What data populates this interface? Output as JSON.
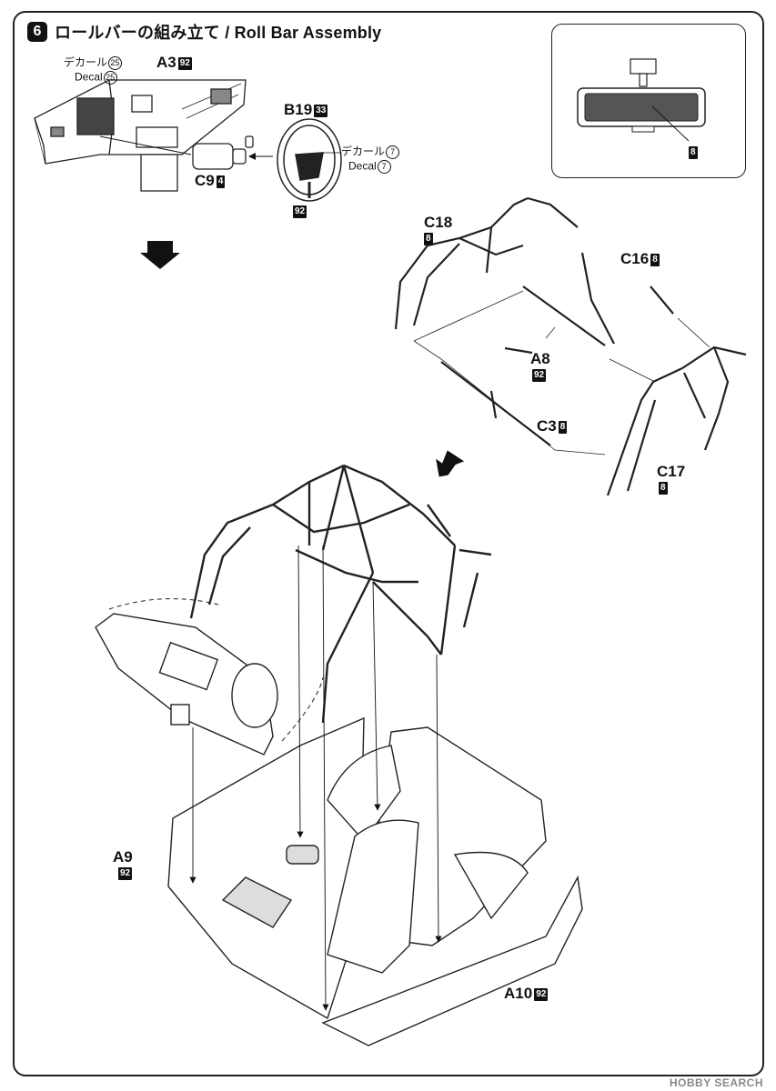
{
  "step": {
    "number": "6",
    "title": "ロールバーの組み立て / Roll Bar Assembly"
  },
  "parts": {
    "a3": {
      "id": "A3",
      "num": "92"
    },
    "b19": {
      "id": "B19",
      "num": "33"
    },
    "c9": {
      "id": "C9",
      "num": "4"
    },
    "c18": {
      "id": "C18",
      "num": "8"
    },
    "c16": {
      "id": "C16",
      "num": "8"
    },
    "a8": {
      "id": "A8",
      "num": "92"
    },
    "c3": {
      "id": "C3",
      "num": "8"
    },
    "c17": {
      "id": "C17",
      "num": "8"
    },
    "a9": {
      "id": "A9",
      "num": "92"
    },
    "a10": {
      "id": "A10",
      "num": "92"
    }
  },
  "decals": {
    "dash_jp": "デカール",
    "dash_en": "Decal",
    "dash_num": "25",
    "wheel_jp": "デカール",
    "wheel_en": "Decal",
    "wheel_num": "7"
  },
  "wheel_color_num": "92",
  "inset": {
    "color_num": "8"
  },
  "watermark": "HOBBY SEARCH"
}
